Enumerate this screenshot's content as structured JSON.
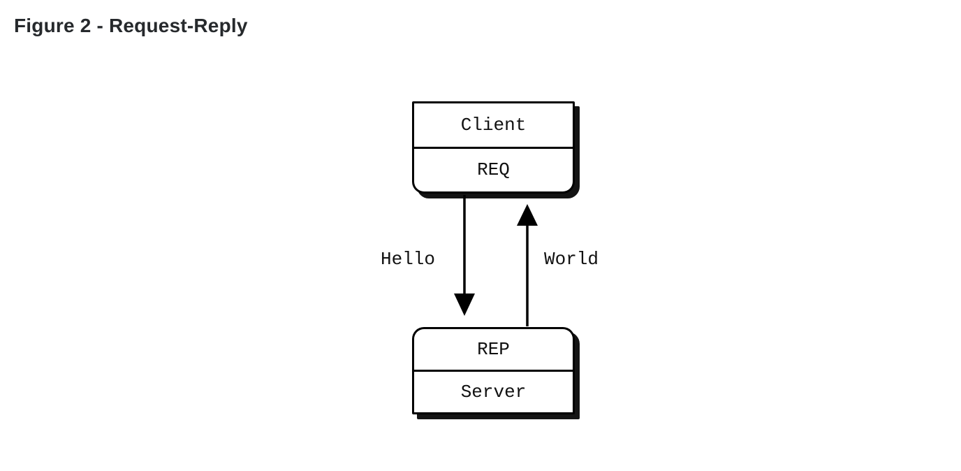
{
  "figure": {
    "title": "Figure 2 - Request-Reply"
  },
  "diagram": {
    "client_node": {
      "title": "Client",
      "socket": "REQ"
    },
    "server_node": {
      "socket": "REP",
      "title": "Server"
    },
    "request_arrow": {
      "label": "Hello",
      "direction": "down"
    },
    "reply_arrow": {
      "label": "World",
      "direction": "up"
    }
  },
  "colors": {
    "background": "#ffffff",
    "line": "#000000",
    "title_text": "#26292c",
    "diagram_text": "#111111"
  }
}
